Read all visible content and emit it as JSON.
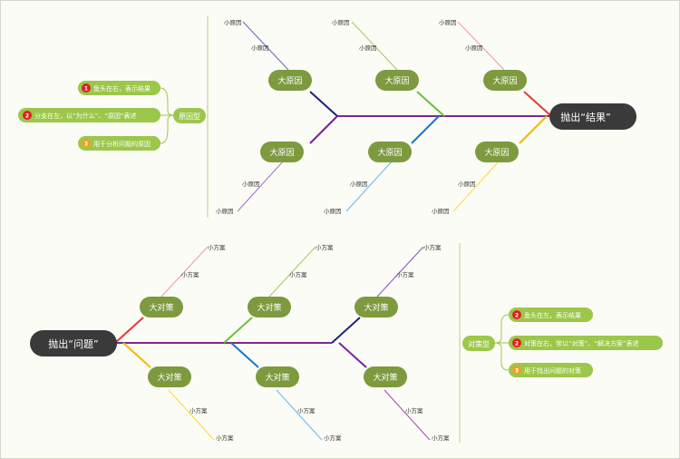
{
  "top": {
    "head": "抛出“结果”",
    "big_causes": [
      "大原因",
      "大原因",
      "大原因",
      "大原因",
      "大原因",
      "大原因"
    ],
    "small_cause": "小原因",
    "type_label": "原因型",
    "notes": [
      {
        "num": "1",
        "text": "鱼头在右，表示结果"
      },
      {
        "num": "2",
        "text": "分支在左，以“为什么”、“原因”表述"
      },
      {
        "num": "3",
        "text": "用于分析问题的原因"
      }
    ]
  },
  "bottom": {
    "head": "抛出“问题”",
    "big_solutions": [
      "大对策",
      "大对策",
      "大对策",
      "大对策",
      "大对策",
      "大对策"
    ],
    "small_solution": "小方案",
    "type_label": "对策型",
    "notes": [
      {
        "num": "2",
        "text": "鱼头在左，表示结果"
      },
      {
        "num": "2",
        "text": "对策在右，常以“对策”、“解决方案”表述"
      },
      {
        "num": "3",
        "text": "用于找出问题的对策"
      }
    ]
  },
  "colors": {
    "spine": "#7b2a86",
    "pill": "#7d9a3f",
    "head": "#3a3a3a",
    "note": "#9cc74a",
    "number_badge": "#e02020",
    "number_badge_3": "#f0a020"
  }
}
